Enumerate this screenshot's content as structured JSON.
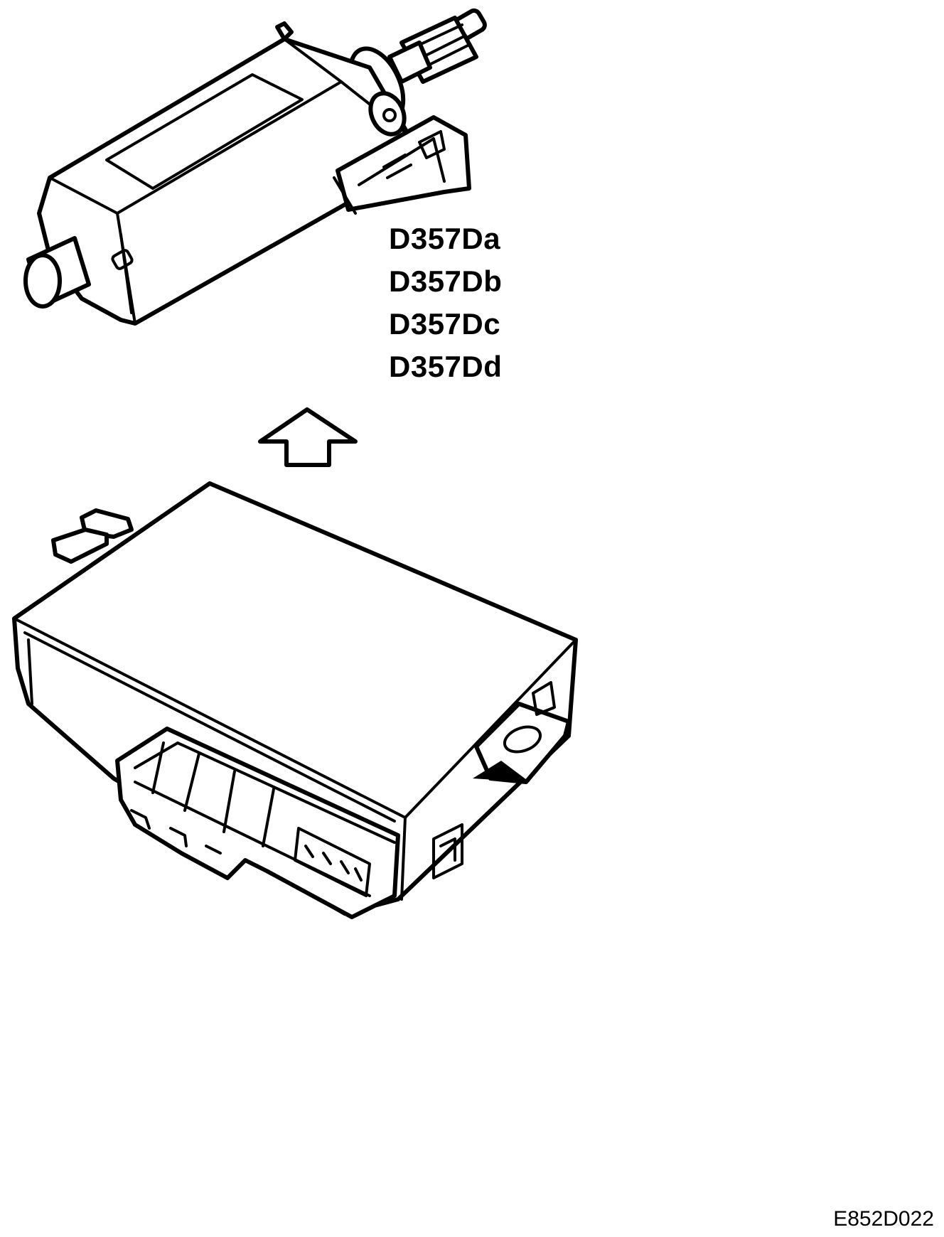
{
  "part_labels": [
    "D357Da",
    "D357Db",
    "D357Dc",
    "D357Dd"
  ],
  "drawing_code": "E852D022",
  "arrow": {
    "direction": "up"
  },
  "components": [
    {
      "name": "actuator-motor",
      "position_word": "top"
    },
    {
      "name": "control-module",
      "position_word": "bottom"
    }
  ]
}
